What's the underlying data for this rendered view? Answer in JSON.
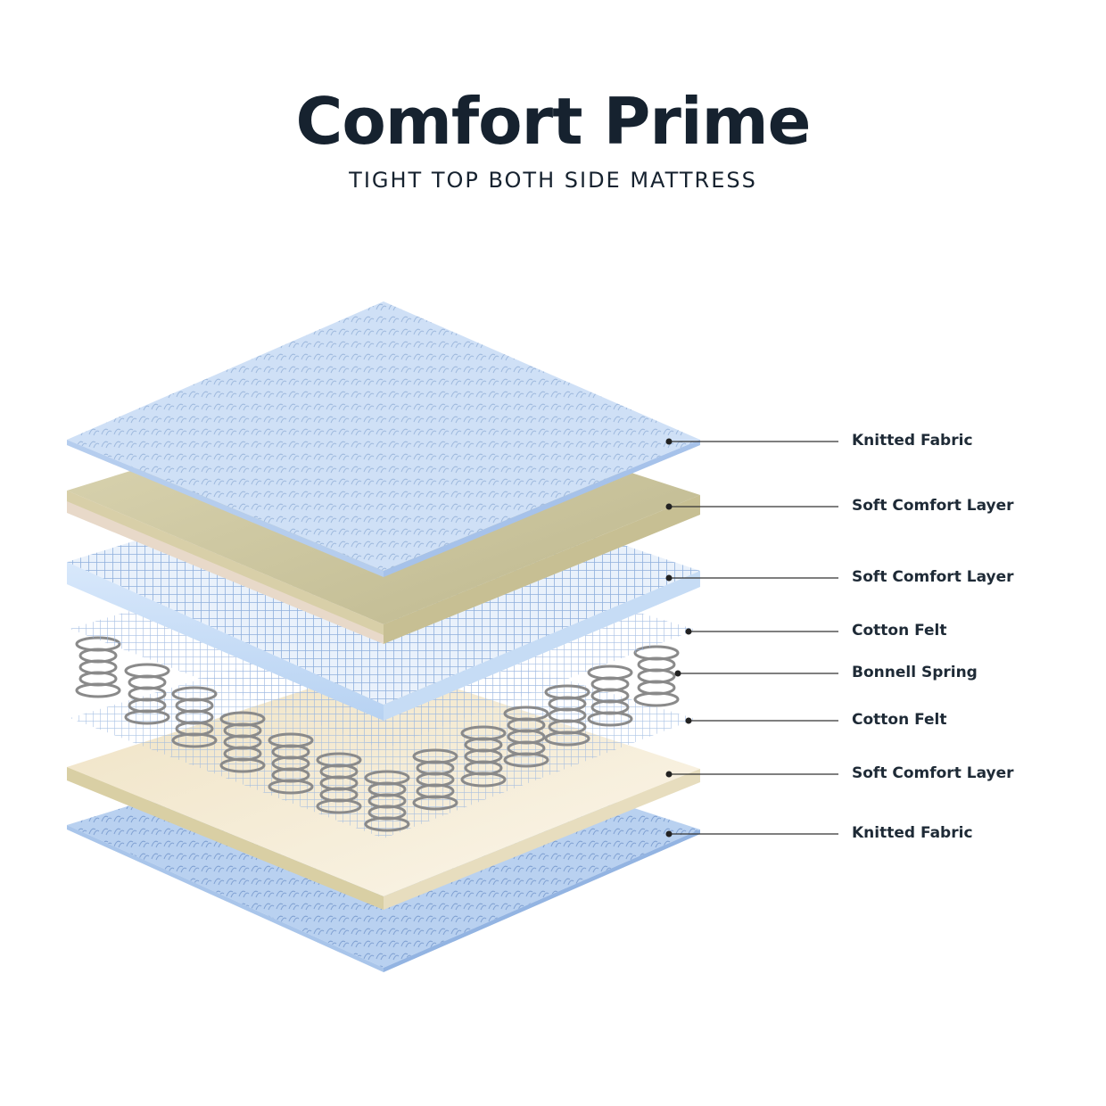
{
  "header": {
    "title": "Comfort Prime",
    "subtitle": "TIGHT TOP BOTH SIDE MATTRESS"
  },
  "layers": [
    {
      "label": "Knitted Fabric"
    },
    {
      "label": "Soft Comfort Layer"
    },
    {
      "label": "Soft Comfort Layer"
    },
    {
      "label": "Cotton Felt"
    },
    {
      "label": "Bonnell Spring"
    },
    {
      "label": "Cotton Felt"
    },
    {
      "label": "Soft Comfort Layer"
    },
    {
      "label": "Knitted Fabric"
    }
  ],
  "colors": {
    "title": "#16222f",
    "label": "#1e2a36",
    "leader_line": "#333333",
    "knitted_fabric": "#c9dcf4",
    "soft_comfort_beige": "#c9c39a",
    "soft_comfort_blue": "#d5e6f8",
    "soft_comfort_cream": "#f4ead2",
    "cotton_felt": "#cfe0f3",
    "spring": "#8a8a8a"
  }
}
